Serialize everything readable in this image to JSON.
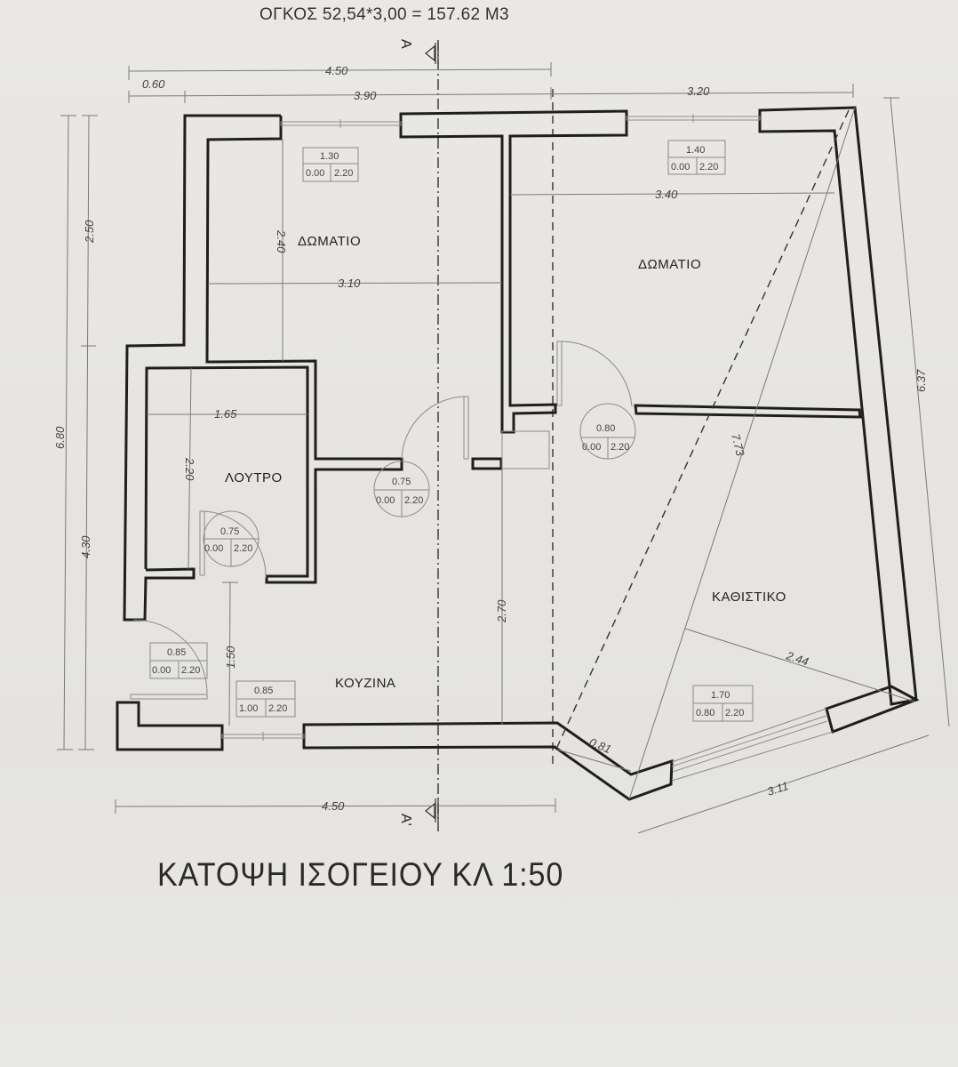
{
  "header": {
    "volume_text": "ΟΓΚΟΣ  52,54*3,00 = 157.62 Μ3"
  },
  "title": {
    "text": "ΚΑΤΟΨΗ  ΙΣΟΓΕΙΟΥ  ΚΛ 1:50"
  },
  "section_markers": {
    "top": "A",
    "bottom": "A'"
  },
  "rooms": [
    {
      "id": "bedroom_left",
      "label": "ΔΩΜΑΤΙΟ"
    },
    {
      "id": "bedroom_right",
      "label": "ΔΩΜΑΤΙΟ"
    },
    {
      "id": "bathroom",
      "label": "ΛΟΥΤΡΟ"
    },
    {
      "id": "kitchen",
      "label": "ΚΟΥΖΙΝΑ"
    },
    {
      "id": "living_room",
      "label": "ΚΑΘΙΣΤΙΚΟ"
    }
  ],
  "dimensions": {
    "top_total_left": "4.50",
    "top_offset": "0.60",
    "top_inner_left": "3.90",
    "top_right": "3.20",
    "bedroom_right_width": "3.40",
    "bedroom_left_width": "3.10",
    "bedroom_left_height": "2.40",
    "bathroom_width": "1.65",
    "bathroom_height": "2.20",
    "left_upper": "2.50",
    "left_total": "6.80",
    "left_lower": "4.30",
    "kitchen_depth": "2.70",
    "entry_height": "1.50",
    "diagonal": "7.73",
    "living_depth": "2.44",
    "corner_segment": "0.81",
    "bottom_right": "3.11",
    "right_total": "6.37",
    "bottom_total": "4.50"
  },
  "openings": [
    {
      "id": "window_bedroom_left",
      "width": "1.30",
      "sill": "0.00",
      "height": "2.20"
    },
    {
      "id": "window_bedroom_right",
      "width": "1.40",
      "sill": "0.00",
      "height": "2.20"
    },
    {
      "id": "door_bedroom_left",
      "width": "0.75",
      "sill": "0.00",
      "height": "2.20"
    },
    {
      "id": "door_bedroom_right",
      "width": "0.80",
      "sill": "0.00",
      "height": "2.20"
    },
    {
      "id": "door_bathroom",
      "width": "0.75",
      "sill": "0.00",
      "height": "2.20"
    },
    {
      "id": "door_entrance",
      "width": "0.85",
      "sill": "0.00",
      "height": "2.20"
    },
    {
      "id": "window_kitchen",
      "width": "0.85",
      "sill": "1.00",
      "height": "2.20"
    },
    {
      "id": "window_living",
      "width": "1.70",
      "sill": "0.80",
      "height": "2.20"
    }
  ]
}
